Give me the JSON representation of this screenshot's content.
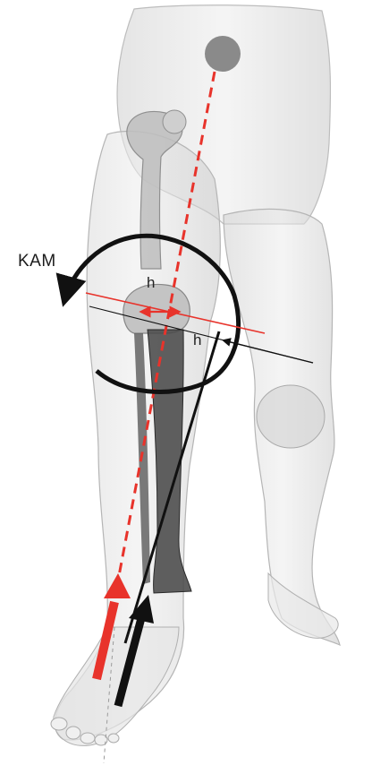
{
  "labels": {
    "kam": "KAM",
    "h_red": "h",
    "h_black": "h"
  },
  "colors": {
    "red_line": "#e8332b",
    "black_line": "#111111",
    "hip_marker": "#8a8a8a",
    "body": "#d9d9d9",
    "bone": "#a8a8a8"
  }
}
